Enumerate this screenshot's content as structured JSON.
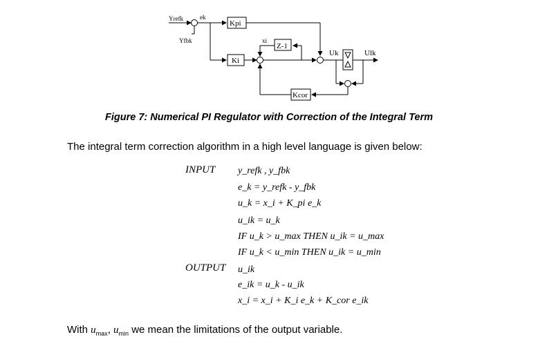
{
  "diagram": {
    "labels": {
      "yrefk": "Yrefk",
      "yfbk": "Yfbk",
      "ek": "ek",
      "xi": "xi",
      "kpi": "Kpi",
      "ki": "Ki",
      "zinv": "Z-1",
      "uk": "Uk",
      "ulk": "Ulk",
      "kcor": "Kcor"
    }
  },
  "caption": "Figure 7: Numerical PI Regulator with Correction of the Integral Term",
  "intro": "The integral term correction algorithm in a high level language is given below:",
  "algorithm": {
    "input_label": "INPUT",
    "output_label": "OUTPUT",
    "lines": [
      "y_refk , y_fbk",
      "e_k = y_refk - y_fbk",
      "u_k = x_i + K_pi e_k",
      "u_ik = u_k",
      "IF u_k > u_max THEN u_ik = u_max",
      "IF u_k < u_min THEN u_ik = u_min",
      "u_ik",
      "e_ik = u_k - u_ik",
      "x_i = x_i + K_i e_k + K_cor e_ik"
    ]
  },
  "closing": {
    "prefix": "With",
    "var1": "u",
    "sub1": "max",
    "sep": ",",
    "var2": "u",
    "sub2": "min",
    "suffix": "we mean the limitations of the output variable."
  }
}
